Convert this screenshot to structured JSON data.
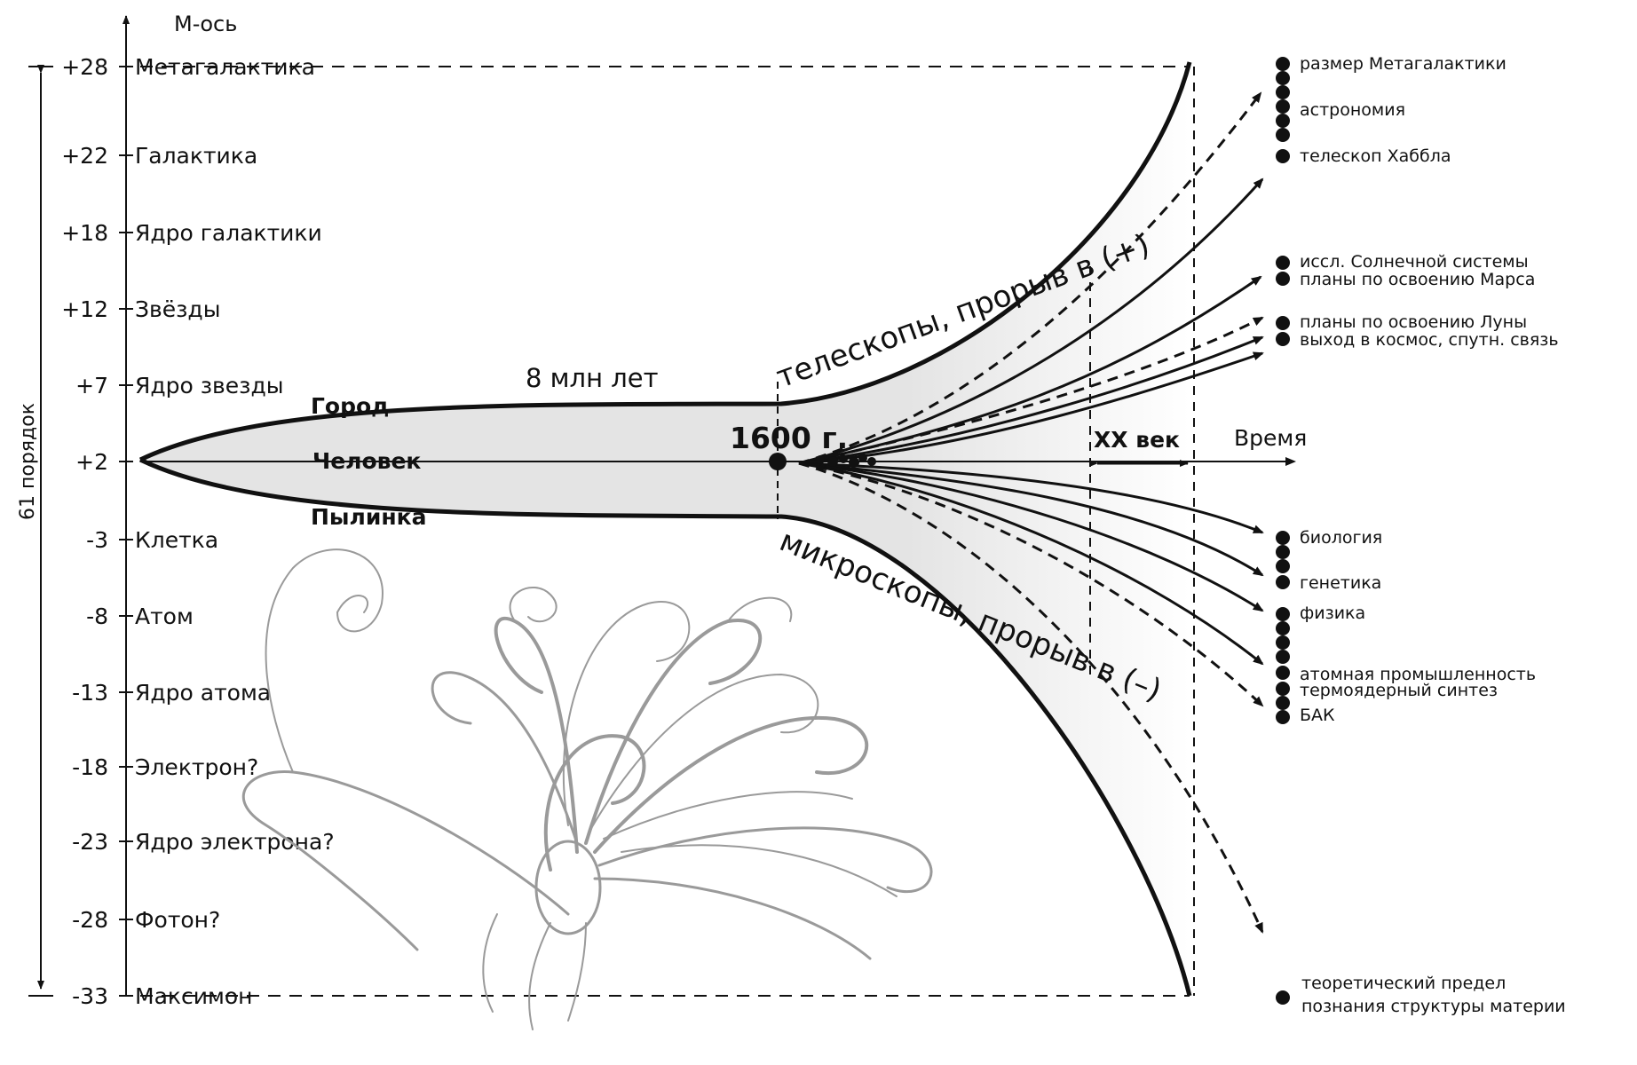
{
  "axis": {
    "title": "М-ось",
    "order_label": "61 порядок",
    "time_label": "Время"
  },
  "levels": [
    {
      "value": "+28",
      "label": "Метагалактика"
    },
    {
      "value": "+22",
      "label": "Галактика"
    },
    {
      "value": "+18",
      "label": "Ядро галактики"
    },
    {
      "value": "+12",
      "label": "Звёзды"
    },
    {
      "value": "+7",
      "label": "Ядро звезды"
    },
    {
      "value": "+2",
      "label": ""
    },
    {
      "value": "-3",
      "label": "Клетка"
    },
    {
      "value": "-8",
      "label": "Атом"
    },
    {
      "value": "-13",
      "label": "Ядро атома"
    },
    {
      "value": "-18",
      "label": "Электрон?"
    },
    {
      "value": "-23",
      "label": "Ядро электрона?"
    },
    {
      "value": "-28",
      "label": "Фотон?"
    },
    {
      "value": "-33",
      "label": "Максимон"
    }
  ],
  "shape": {
    "top_label": "Город",
    "center_label": "Человек",
    "bottom_label": "Пылинка",
    "duration_label": "8 млн лет",
    "year_label": "1600 г.",
    "century_label": "XX век"
  },
  "breakthroughs": {
    "upper": "телескопы, прорыв в (+)",
    "lower": "микроскопы, прорыв в (–)"
  },
  "right_labels_top": [
    "размер Метагалактики",
    "астрономия",
    "телескоп Хаббла",
    "иссл. Солнечной системы",
    "планы по освоению Марса",
    "планы по освоению Луны",
    "выход в космос, спутн. связь"
  ],
  "right_labels_bottom": [
    "биология",
    "генетика",
    "физика",
    "атомная промышленность",
    "термоядерный синтез",
    "БАК"
  ],
  "limit_label": {
    "line1": "теоретический предел",
    "line2": "познания структуры материи"
  }
}
